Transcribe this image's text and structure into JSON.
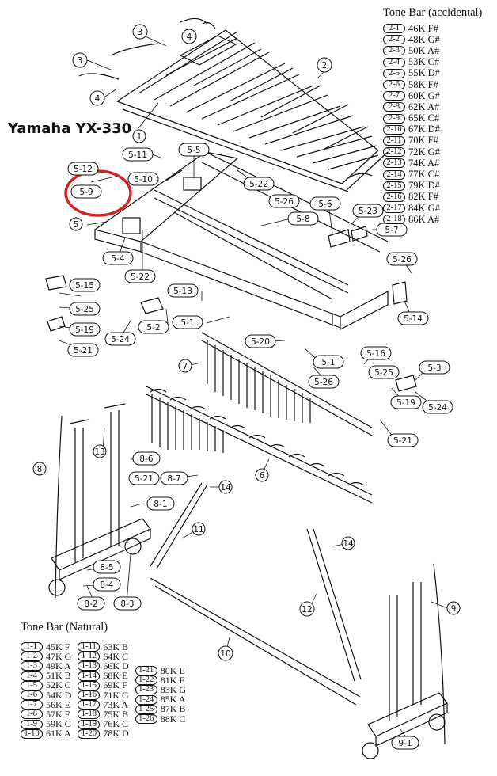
{
  "title": "Yamaha YX-330",
  "callout_color": "#d62020",
  "accidental": {
    "heading": "Tone Bar (accidental)",
    "rows": [
      {
        "code": "2-1",
        "text": "46K F#"
      },
      {
        "code": "2-2",
        "text": "48K G#"
      },
      {
        "code": "2-3",
        "text": "50K A#"
      },
      {
        "code": "2-4",
        "text": "53K C#"
      },
      {
        "code": "2-5",
        "text": "55K D#"
      },
      {
        "code": "2-6",
        "text": "58K F#"
      },
      {
        "code": "2-7",
        "text": "60K G#"
      },
      {
        "code": "2-8",
        "text": "62K A#"
      },
      {
        "code": "2-9",
        "text": "65K C#"
      },
      {
        "code": "2-10",
        "text": "67K D#"
      },
      {
        "code": "2-11",
        "text": "70K F#"
      },
      {
        "code": "2-12",
        "text": "72K G#"
      },
      {
        "code": "2-13",
        "text": "74K A#"
      },
      {
        "code": "2-14",
        "text": "77K C#"
      },
      {
        "code": "2-15",
        "text": "79K D#"
      },
      {
        "code": "2-16",
        "text": "82K F#"
      },
      {
        "code": "2-17",
        "text": "84K G#"
      },
      {
        "code": "2-18",
        "text": "86K A#"
      }
    ]
  },
  "natural": {
    "heading": "Tone Bar (Natural)",
    "col1": [
      {
        "code": "1-1",
        "text": "45K F"
      },
      {
        "code": "1-2",
        "text": "47K G"
      },
      {
        "code": "1-3",
        "text": "49K A"
      },
      {
        "code": "1-4",
        "text": "51K B"
      },
      {
        "code": "1-5",
        "text": "52K C"
      },
      {
        "code": "1-6",
        "text": "54K D"
      },
      {
        "code": "1-7",
        "text": "56K E"
      },
      {
        "code": "1-8",
        "text": "57K F"
      },
      {
        "code": "1-9",
        "text": "59K G"
      },
      {
        "code": "1-10",
        "text": "61K A"
      }
    ],
    "col2": [
      {
        "code": "1-11",
        "text": "63K B"
      },
      {
        "code": "1-12",
        "text": "64K C"
      },
      {
        "code": "1-13",
        "text": "66K D"
      },
      {
        "code": "1-14",
        "text": "68K E"
      },
      {
        "code": "1-15",
        "text": "69K F"
      },
      {
        "code": "1-16",
        "text": "71K G"
      },
      {
        "code": "1-17",
        "text": "73K A"
      },
      {
        "code": "1-18",
        "text": "75K B"
      },
      {
        "code": "1-19",
        "text": "76K C"
      },
      {
        "code": "1-20",
        "text": "78K D"
      }
    ],
    "col3": [
      {
        "code": "1-21",
        "text": "80K E"
      },
      {
        "code": "1-22",
        "text": "81K F"
      },
      {
        "code": "1-23",
        "text": "83K G"
      },
      {
        "code": "1-24",
        "text": "85K A"
      },
      {
        "code": "1-25",
        "text": "87K B"
      },
      {
        "code": "1-26",
        "text": "88K C"
      }
    ]
  },
  "parts": {
    "p1": "1",
    "p2": "2",
    "p3a": "3",
    "p3b": "3",
    "p4a": "4",
    "p4b": "4",
    "p5": "5",
    "p5_1a": "5-1",
    "p5_1b": "5-1",
    "p5_2": "5-2",
    "p5_3": "5-3",
    "p5_4": "5-4",
    "p5_5": "5-5",
    "p5_6": "5-6",
    "p5_7": "5-7",
    "p5_8": "5-8",
    "p5_9": "5-9",
    "p5_10": "5-10",
    "p5_11": "5-11",
    "p5_12": "5-12",
    "p5_13": "5-13",
    "p5_14": "5-14",
    "p5_15": "5-15",
    "p5_16": "5-16",
    "p5_19a": "5-19",
    "p5_19b": "5-19",
    "p5_20": "5-20",
    "p5_21a": "5-21",
    "p5_21b": "5-21",
    "p5_21c": "5-21",
    "p5_22a": "5-22",
    "p5_22b": "5-22",
    "p5_23": "5-23",
    "p5_24a": "5-24",
    "p5_24b": "5-24",
    "p5_25a": "5-25",
    "p5_25b": "5-25",
    "p5_26a": "5-26",
    "p5_26b": "5-26",
    "p5_26c": "5-26",
    "p6": "6",
    "p7": "7",
    "p8": "8",
    "p8_1": "8-1",
    "p8_2": "8-2",
    "p8_3": "8-3",
    "p8_4": "8-4",
    "p8_5": "8-5",
    "p8_6": "8-6",
    "p8_7": "8-7",
    "p9": "9",
    "p9_1": "9-1",
    "p10": "10",
    "p11": "11",
    "p12": "12",
    "p13": "13",
    "p14a": "14",
    "p14b": "14"
  }
}
